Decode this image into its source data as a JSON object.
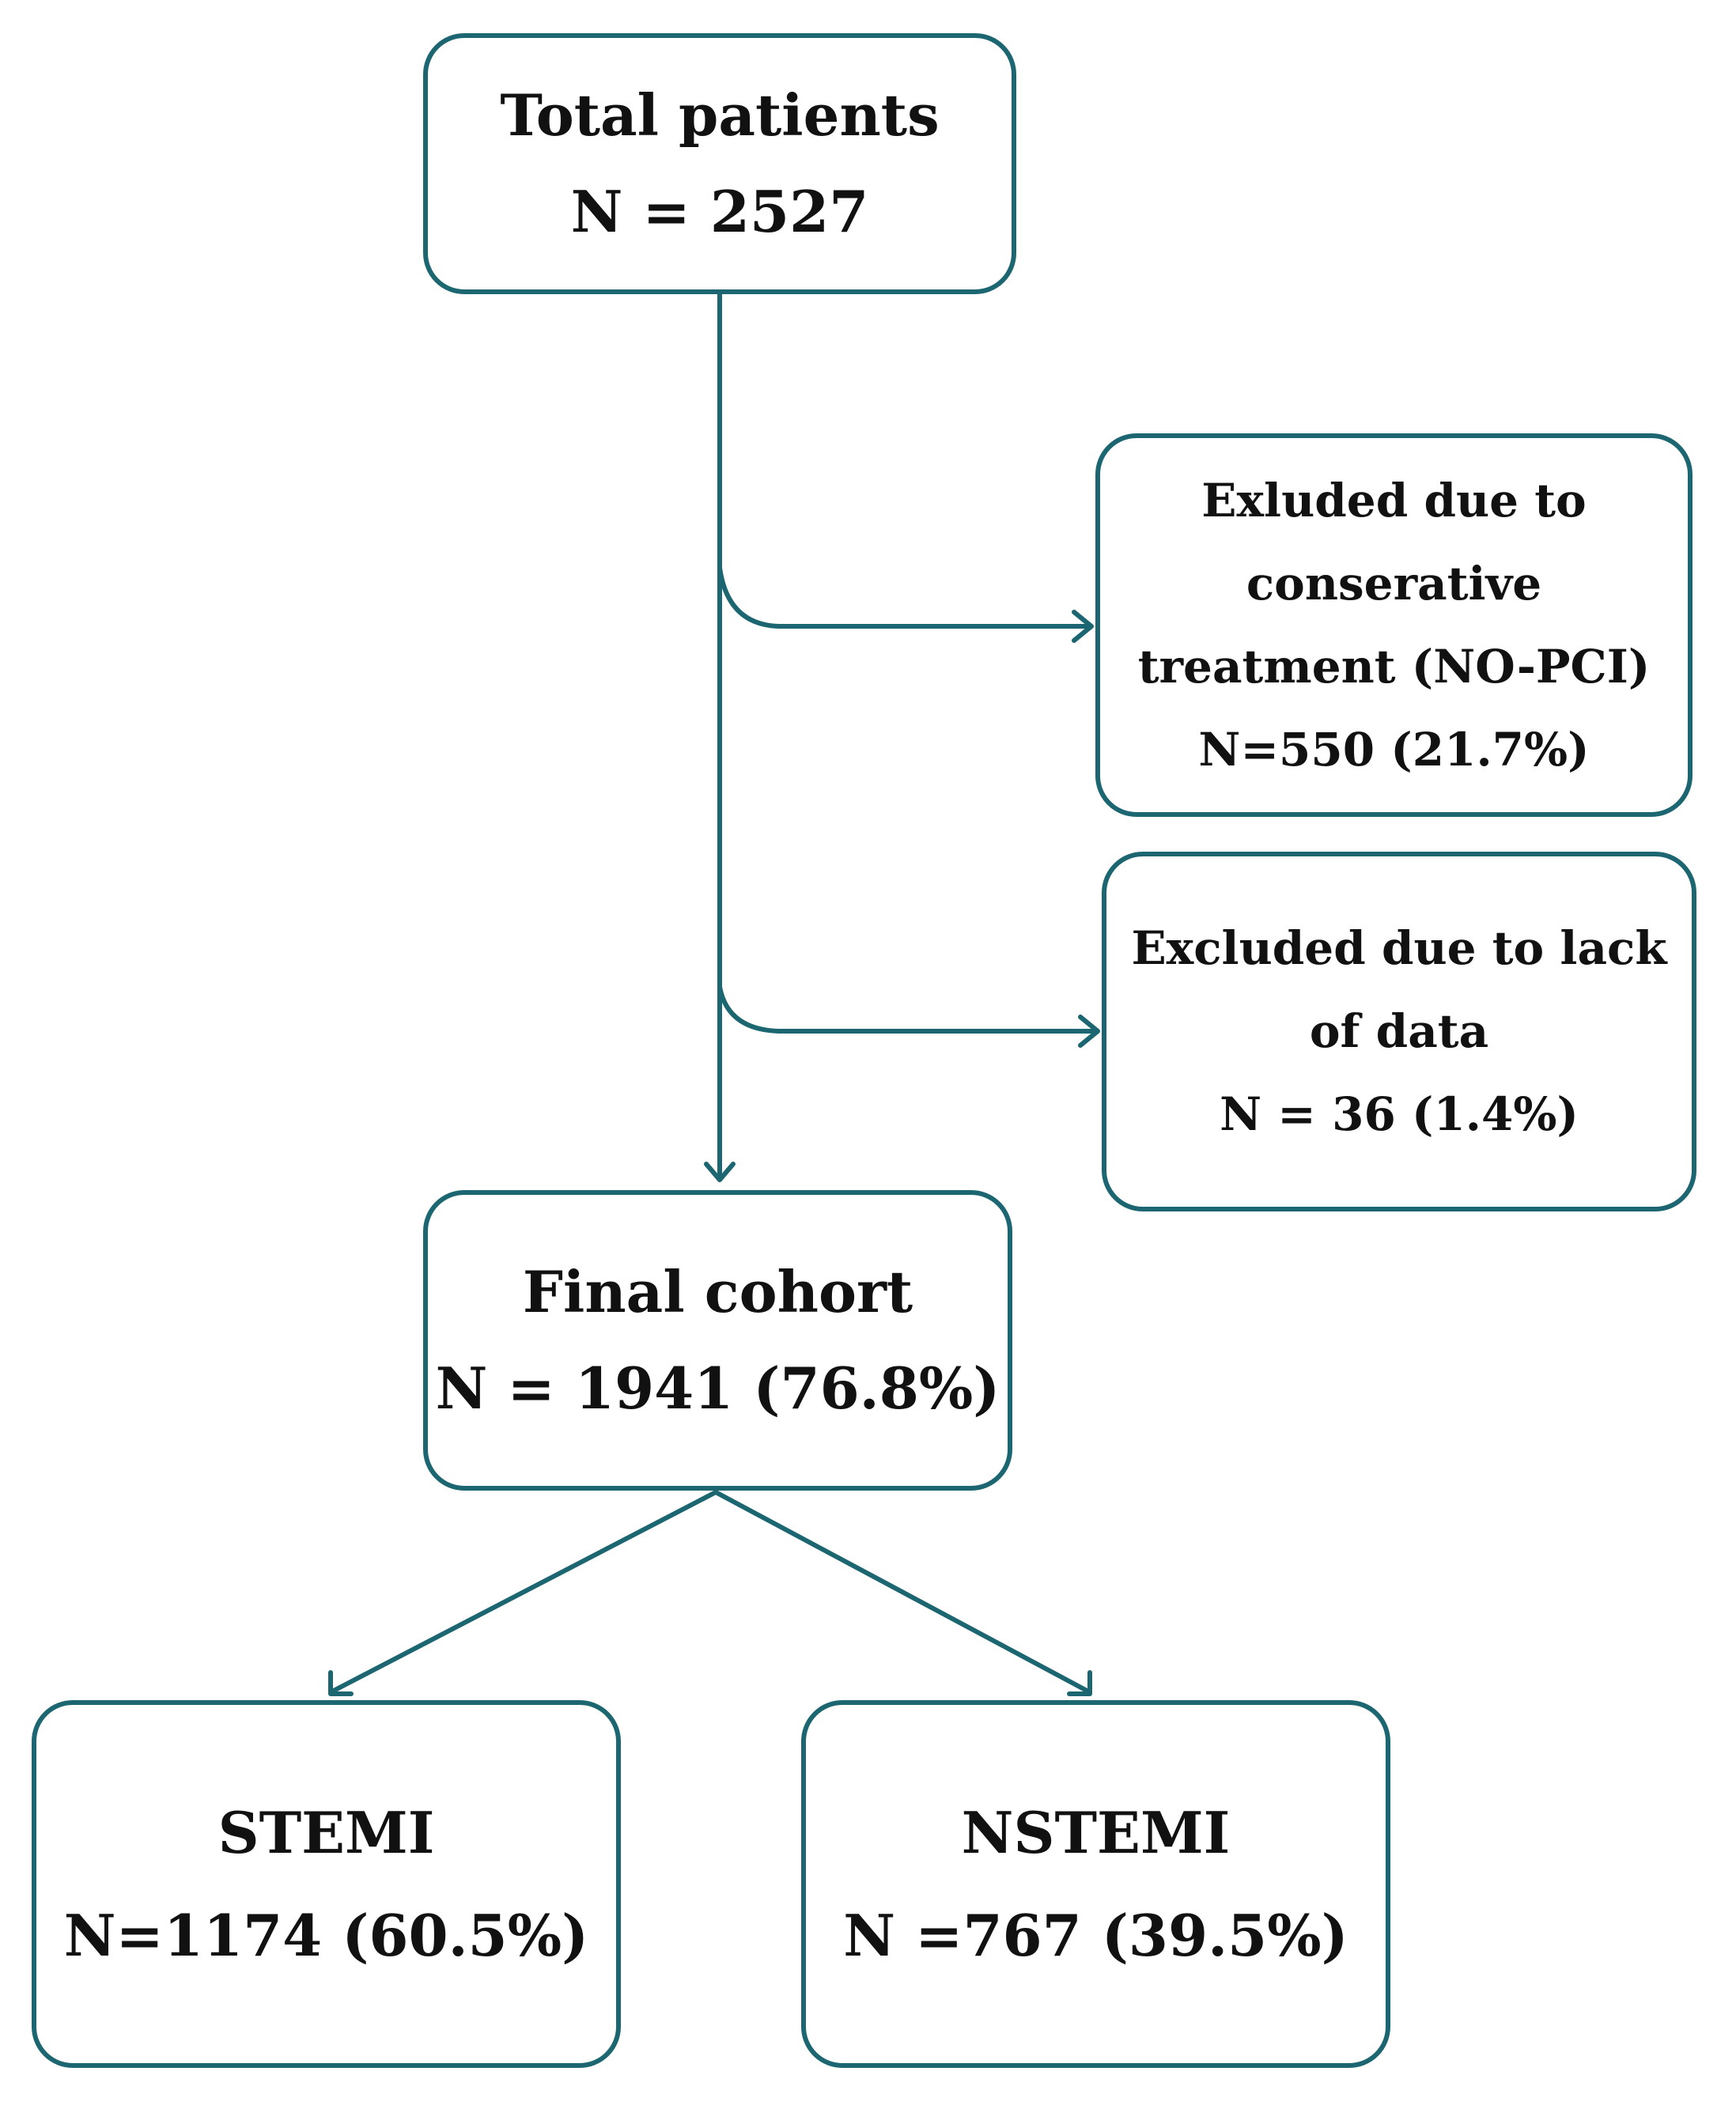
{
  "colors": {
    "accent": "#1c6672",
    "text": "#111111",
    "background": "#ffffff"
  },
  "boxes": {
    "total": {
      "line1": "Total patients",
      "line2": "N = 2527"
    },
    "excluded_pci": {
      "line1": "Exluded due to",
      "line2": "conserative",
      "line3": "treatment (NO-PCI)",
      "line4": "N=550 (21.7%)"
    },
    "excluded_data": {
      "line1": "Excluded due to lack",
      "line2": "of data",
      "line3": "N = 36 (1.4%)"
    },
    "final": {
      "line1": "Final cohort",
      "line2": "N = 1941 (76.8%)"
    },
    "stemi": {
      "line1": "STEMI",
      "line2": "N=1174 (60.5%)"
    },
    "nstemi": {
      "line1": "NSTEMI",
      "line2": "N =767 (39.5%)"
    }
  }
}
